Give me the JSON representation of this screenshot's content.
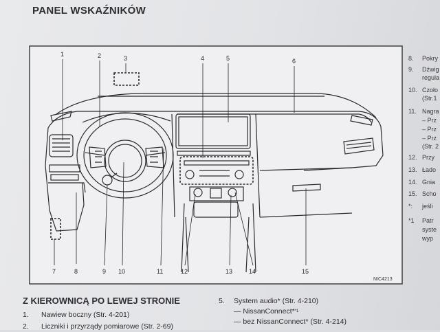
{
  "header": {
    "title": "PANEL WSKAŹNIKÓW"
  },
  "figure": {
    "id": "NIC4213",
    "callouts": [
      "1",
      "2",
      "3",
      "4",
      "5",
      "6",
      "7",
      "8",
      "9",
      "10",
      "11",
      "12",
      "13",
      "14",
      "15"
    ]
  },
  "section": {
    "heading": "Z KIEROWNICĄ PO LEWEJ STRONIE"
  },
  "legend_left": [
    {
      "num": "1.",
      "text": "Nawiew boczny (Str. 4-201)"
    },
    {
      "num": "2.",
      "text": "Liczniki i przyrządy pomiarowe (Str. 2-69)"
    }
  ],
  "legend_right": {
    "num": "5.",
    "text": "System audio* (Str. 4-210)",
    "sub1": "— NissanConnect*",
    "sub1_sup": "*1",
    "sub2": "— bez NissanConnect* (Str. 4-214)"
  },
  "side_legend": [
    {
      "num": "8.",
      "text": "Pokry"
    },
    {
      "num": "9.",
      "text": "Dźwig",
      "cont": "regula"
    },
    {
      "num": "10.",
      "text": "Czoło",
      "cont": "(Str.1"
    },
    {
      "num": "11.",
      "text": "Nagra"
    },
    {
      "num": "",
      "text": "– Prz"
    },
    {
      "num": "",
      "text": "– Prz"
    },
    {
      "num": "",
      "text": "– Prz",
      "cont": "(Str. 2"
    },
    {
      "num": "12.",
      "text": "Przy"
    },
    {
      "num": "13.",
      "text": "Łado"
    },
    {
      "num": "14.",
      "text": "Gnia"
    },
    {
      "num": "15.",
      "text": "Scho"
    },
    {
      "num": "*:",
      "text": "jeśli"
    },
    {
      "num": "*1",
      "text": "Patr",
      "cont": "syste",
      "cont2": "wyp"
    }
  ]
}
